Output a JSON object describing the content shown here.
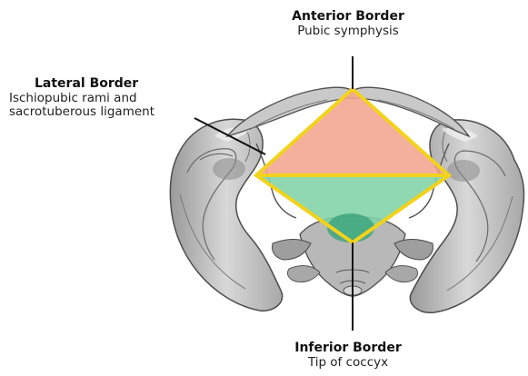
{
  "labels": {
    "anterior": {
      "title": "Anterior Border",
      "subtitle": "Pubic symphysis"
    },
    "lateral": {
      "title": "Lateral Border",
      "line1": "Ischiopubic rami and",
      "line2": "sacrotuberous ligament"
    },
    "inferior": {
      "title": "Inferior Border",
      "subtitle": "Tip of coccyx"
    }
  },
  "colors": {
    "urogenital_triangle": "#f3a48f",
    "anal_triangle": "#7fd3a6",
    "border_outline": "#f2d21b",
    "pointer_line": "#111111",
    "bone_fill": "#cfcfcf",
    "bone_shadow": "#7a7a7a"
  }
}
